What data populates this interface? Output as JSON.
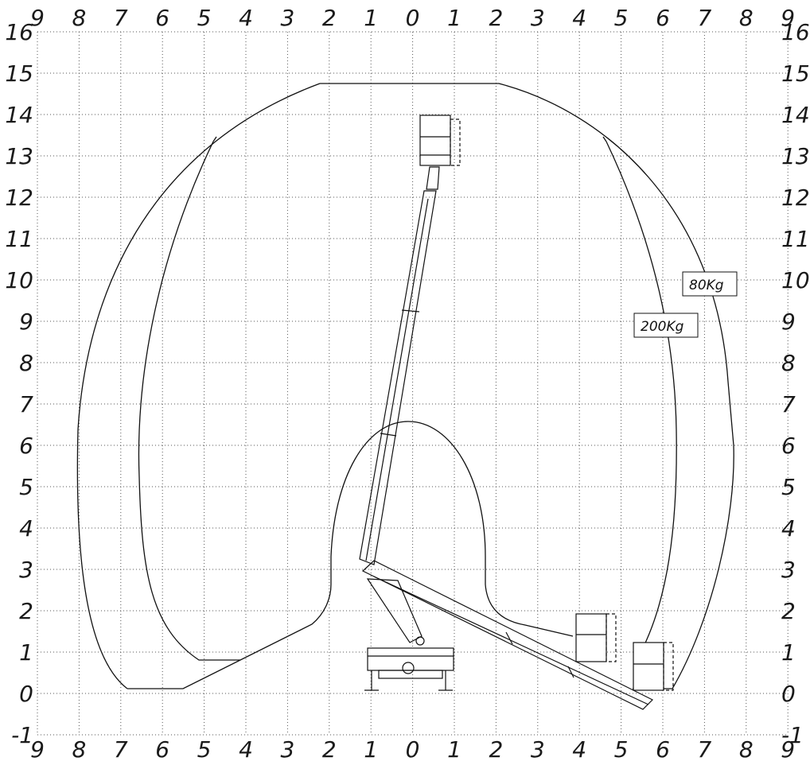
{
  "diagram": {
    "x_axis_labels": [
      "9",
      "8",
      "7",
      "6",
      "5",
      "4",
      "3",
      "2",
      "1",
      "0",
      "1",
      "2",
      "3",
      "4",
      "5",
      "6",
      "7",
      "8",
      "9"
    ],
    "y_axis_labels": [
      "16",
      "15",
      "14",
      "13",
      "12",
      "11",
      "10",
      "9",
      "8",
      "7",
      "6",
      "5",
      "4",
      "3",
      "2",
      "1",
      "0",
      "-1"
    ],
    "capacity_labels": {
      "outer": "80Kg",
      "inner": "200Kg"
    },
    "colors": {
      "line": "#111111",
      "grid": "#555555",
      "background": "#ffffff"
    }
  }
}
